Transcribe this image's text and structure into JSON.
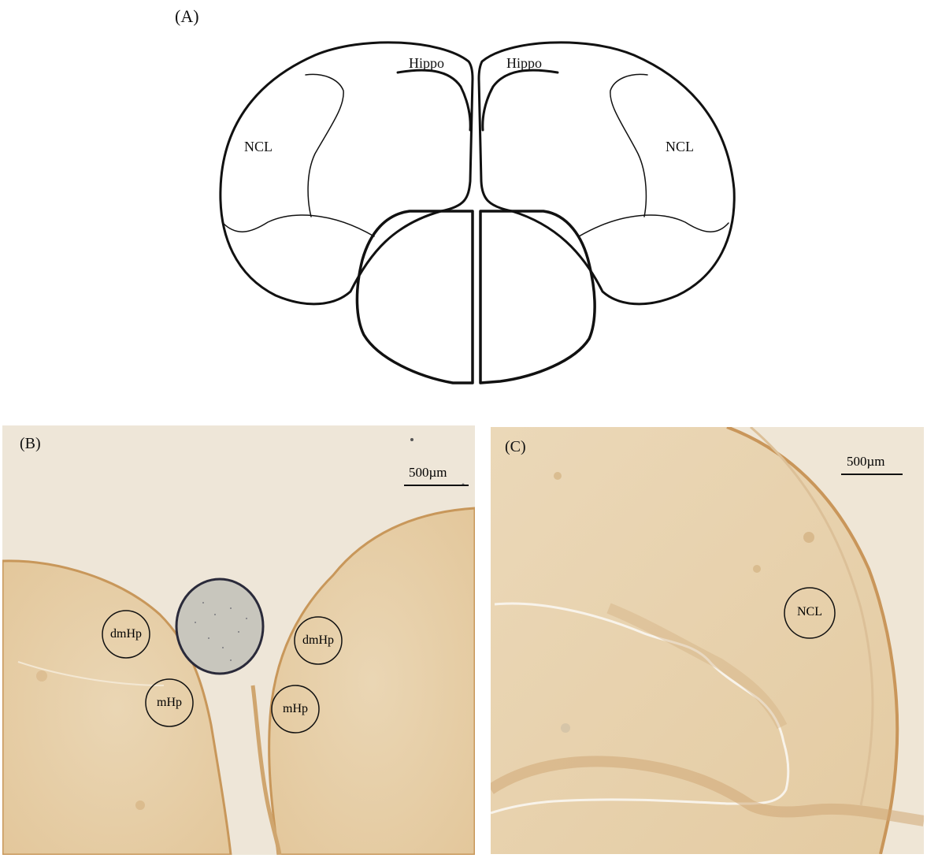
{
  "panel_a": {
    "label": "(A)",
    "regions": {
      "hippo_left": "Hippo",
      "hippo_right": "Hippo",
      "ncl_left": "NCL",
      "ncl_right": "NCL"
    }
  },
  "panel_b": {
    "label": "(B)",
    "scale_bar": "500µm",
    "regions": {
      "dmhp_left": "dmHp",
      "dmhp_right": "dmHp",
      "mhp_left": "mHp",
      "mhp_right": "mHp"
    }
  },
  "panel_c": {
    "label": "(C)",
    "scale_bar": "500µm",
    "regions": {
      "ncl": "NCL"
    }
  },
  "colors": {
    "tissue": "#e8cfa6",
    "tissue_edge": "#c99a5c",
    "background_slide": "#efe6d6",
    "line": "#111111"
  }
}
